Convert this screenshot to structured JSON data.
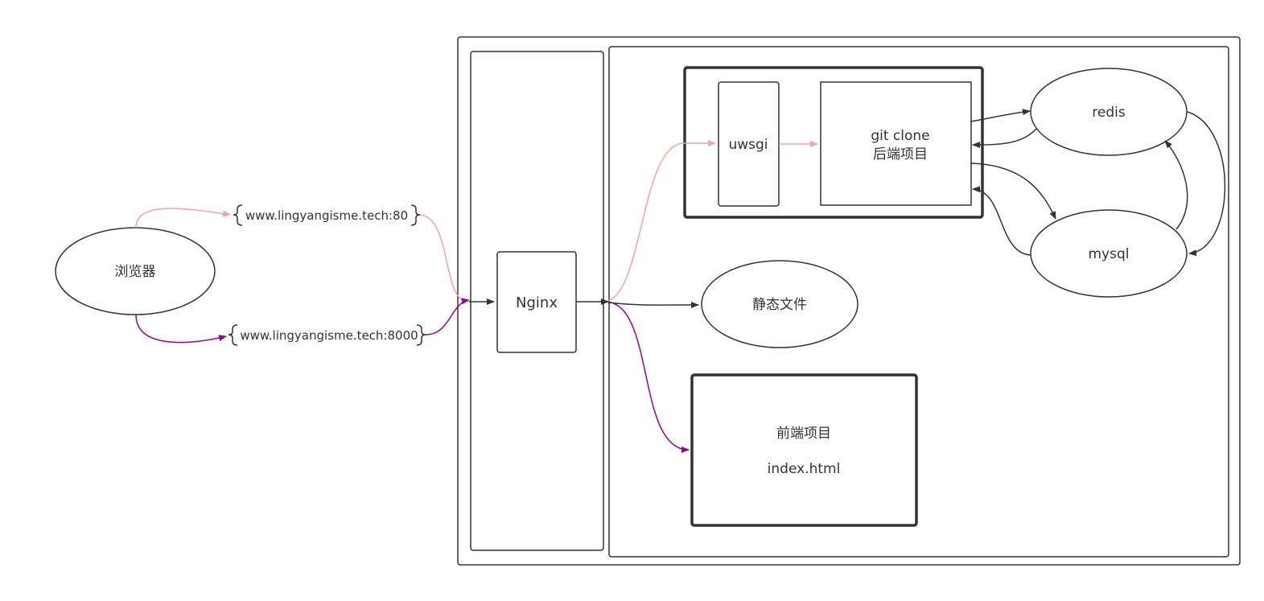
{
  "diagram": {
    "nodes": {
      "browser": "浏览器",
      "url80": "www.lingyangisme.tech:80",
      "url8000": "www.lingyangisme.tech:8000",
      "nginx": "Nginx",
      "uwsgi": "uwsgi",
      "backend_line1": "git clone",
      "backend_line2": "后端项目",
      "redis": "redis",
      "mysql": "mysql",
      "static": "静态文件",
      "frontend_line1": "前端项目",
      "frontend_line2": "index.html"
    },
    "colors": {
      "line": "#333333",
      "pink_route": "#f4a3a3",
      "purple_route": "#990099"
    }
  }
}
